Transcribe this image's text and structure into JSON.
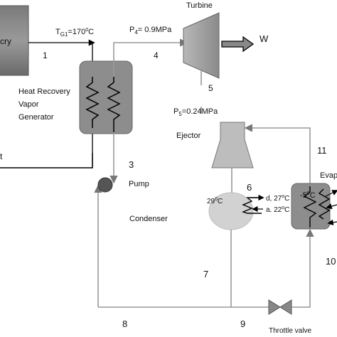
{
  "title": "",
  "components": {
    "heat_source": {
      "label": "cry"
    },
    "hrvg": {
      "label_lines": [
        "Heat Recovery",
        "Vapor",
        "Generator"
      ]
    },
    "turbine": {
      "label": "Turbine",
      "work": "W"
    },
    "ejector": {
      "label": "Ejector"
    },
    "pump": {
      "label": "Pump"
    },
    "condenser": {
      "label": "Condenser",
      "temp": "29",
      "temp_unit": "C",
      "water_out": "d, 27",
      "water_in": "a. 22"
    },
    "evaporator": {
      "label": "Evapo",
      "temp": "-5",
      "temp_unit": "C"
    },
    "throttle": {
      "label": "Throttle valve"
    },
    "exhaust": {
      "label": "t"
    }
  },
  "conditions": {
    "tg1": {
      "sym": "T",
      "sub": "G1",
      "value": "=170",
      "unit": "C"
    },
    "p4": {
      "sym": "P",
      "sub": "4",
      "value": "= 0.9MPa"
    },
    "p5": {
      "sym": "P",
      "sub": "5",
      "value": "=0.24MPa"
    }
  },
  "states": [
    "1",
    "3",
    "4",
    "5",
    "6",
    "7",
    "8",
    "9",
    "10",
    "11"
  ],
  "colors": {
    "box_fill": "#8c8c8c",
    "box_dark": "#6e6e6e",
    "line": "#000000",
    "pipe": "#9a9a9a",
    "pump": "#555555",
    "condenser": "#cfcfcf"
  }
}
